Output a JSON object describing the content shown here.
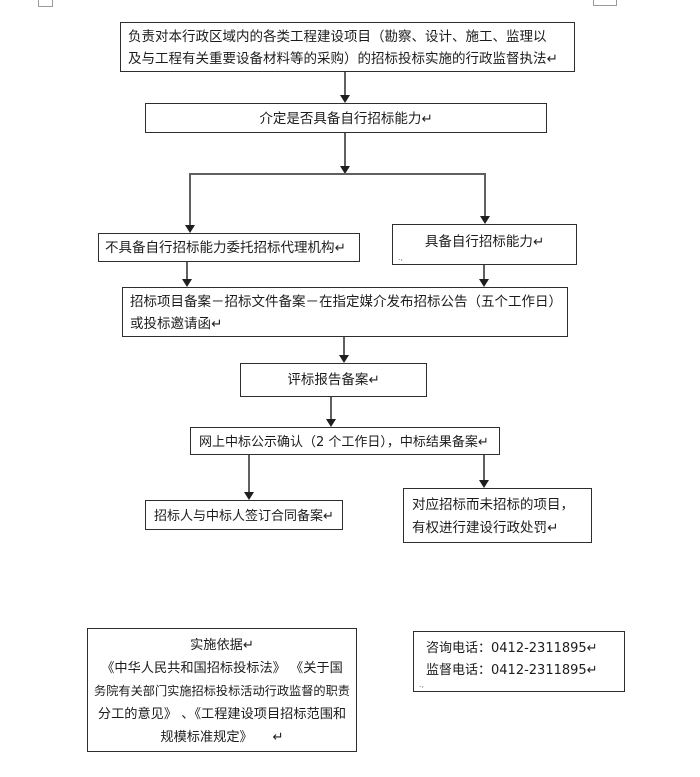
{
  "document": {
    "background": "#ffffff",
    "colors": {
      "box_border": "#2e2e2e",
      "connector_line": "#606060",
      "arrowhead": "#1f1f1f",
      "text": "#1c1c1c",
      "fragment_border": "#9a9a9a"
    }
  },
  "marks": {
    "anchor": ".,"
  },
  "boxes": {
    "duty": {
      "line1": "负责对本行政区域内的各类工程建设项目（勘察、设计、施工、监理以",
      "line2": "及与工程有关重要设备材料等的采购）的招标投标实施的行政监督执法↵"
    },
    "assess": {
      "text": "介定是否具备自行招标能力↵"
    },
    "no_capability": {
      "text": "不具备自行招标能力委托招标代理机构↵"
    },
    "has_capability": {
      "text": "具备自行招标能力↵"
    },
    "filing": {
      "line1": "招标项目备案－招标文件备案－在指定媒介发布招标公告（五个工作日）",
      "line2": "或投标邀请函↵"
    },
    "eval_report": {
      "text": "评标报告备案↵"
    },
    "publicity": {
      "text": "网上中标公示确认（2 个工作日），中标结果备案↵"
    },
    "contract": {
      "text": "招标人与中标人签订合同备案↵"
    },
    "penalty": {
      "line1": "对应招标而未招标的项目，",
      "line2": "有权进行建设行政处罚↵"
    },
    "basis": {
      "line1": "实施依据↵",
      "line2": "《中华人民共和国招标投标法》 《关于国",
      "line3": "务院有关部门实施招标投标活动行政监督的职责",
      "line4": "分工的意见》 、《工程建设项目招标范围和",
      "line5": "规模标准规定》　　↵"
    },
    "phones": {
      "line1": "咨询电话：0412-2311895↵",
      "line2": "监督电话：0412-2311895↵"
    }
  }
}
